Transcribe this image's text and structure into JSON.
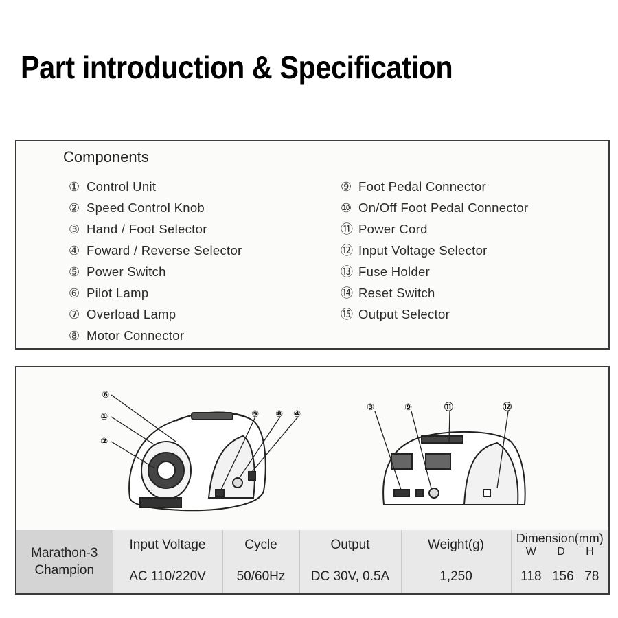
{
  "title": "Part introduction & Specification",
  "components": {
    "heading": "Components",
    "left": [
      {
        "num": "①",
        "label": "Control Unit"
      },
      {
        "num": "②",
        "label": "Speed Control Knob"
      },
      {
        "num": "③",
        "label": "Hand / Foot Selector"
      },
      {
        "num": "④",
        "label": "Foward / Reverse Selector"
      },
      {
        "num": "⑤",
        "label": "Power Switch"
      },
      {
        "num": "⑥",
        "label": "Pilot Lamp"
      },
      {
        "num": "⑦",
        "label": "Overload Lamp"
      },
      {
        "num": "⑧",
        "label": "Motor Connector"
      }
    ],
    "right": [
      {
        "num": "⑨",
        "label": "Foot Pedal Connector"
      },
      {
        "num": "⑩",
        "label": "On/Off Foot Pedal Connector"
      },
      {
        "num": "⑪",
        "label": "Power Cord"
      },
      {
        "num": "⑫",
        "label": "Input Voltage Selector"
      },
      {
        "num": "⑬",
        "label": "Fuse Holder"
      },
      {
        "num": "⑭",
        "label": "Reset Switch"
      },
      {
        "num": "⑮",
        "label": "Output Selector"
      }
    ]
  },
  "diagram": {
    "front_callouts": [
      "⑥",
      "①",
      "②",
      "⑤",
      "⑧",
      "④"
    ],
    "back_callouts": [
      "③",
      "⑨",
      "⑪",
      "⑫"
    ]
  },
  "spec": {
    "model_line1": "Marathon-3",
    "model_line2": "Champion",
    "headers": {
      "input_voltage": "Input Voltage",
      "cycle": "Cycle",
      "output": "Output",
      "weight": "Weight(g)",
      "dimension": "Dimension(mm)",
      "w": "W",
      "d": "D",
      "h": "H"
    },
    "values": {
      "input_voltage": "AC 110/220V",
      "cycle": "50/60Hz",
      "output": "DC 30V, 0.5A",
      "weight": "1,250",
      "w": "118",
      "d": "156",
      "h": "78"
    }
  }
}
